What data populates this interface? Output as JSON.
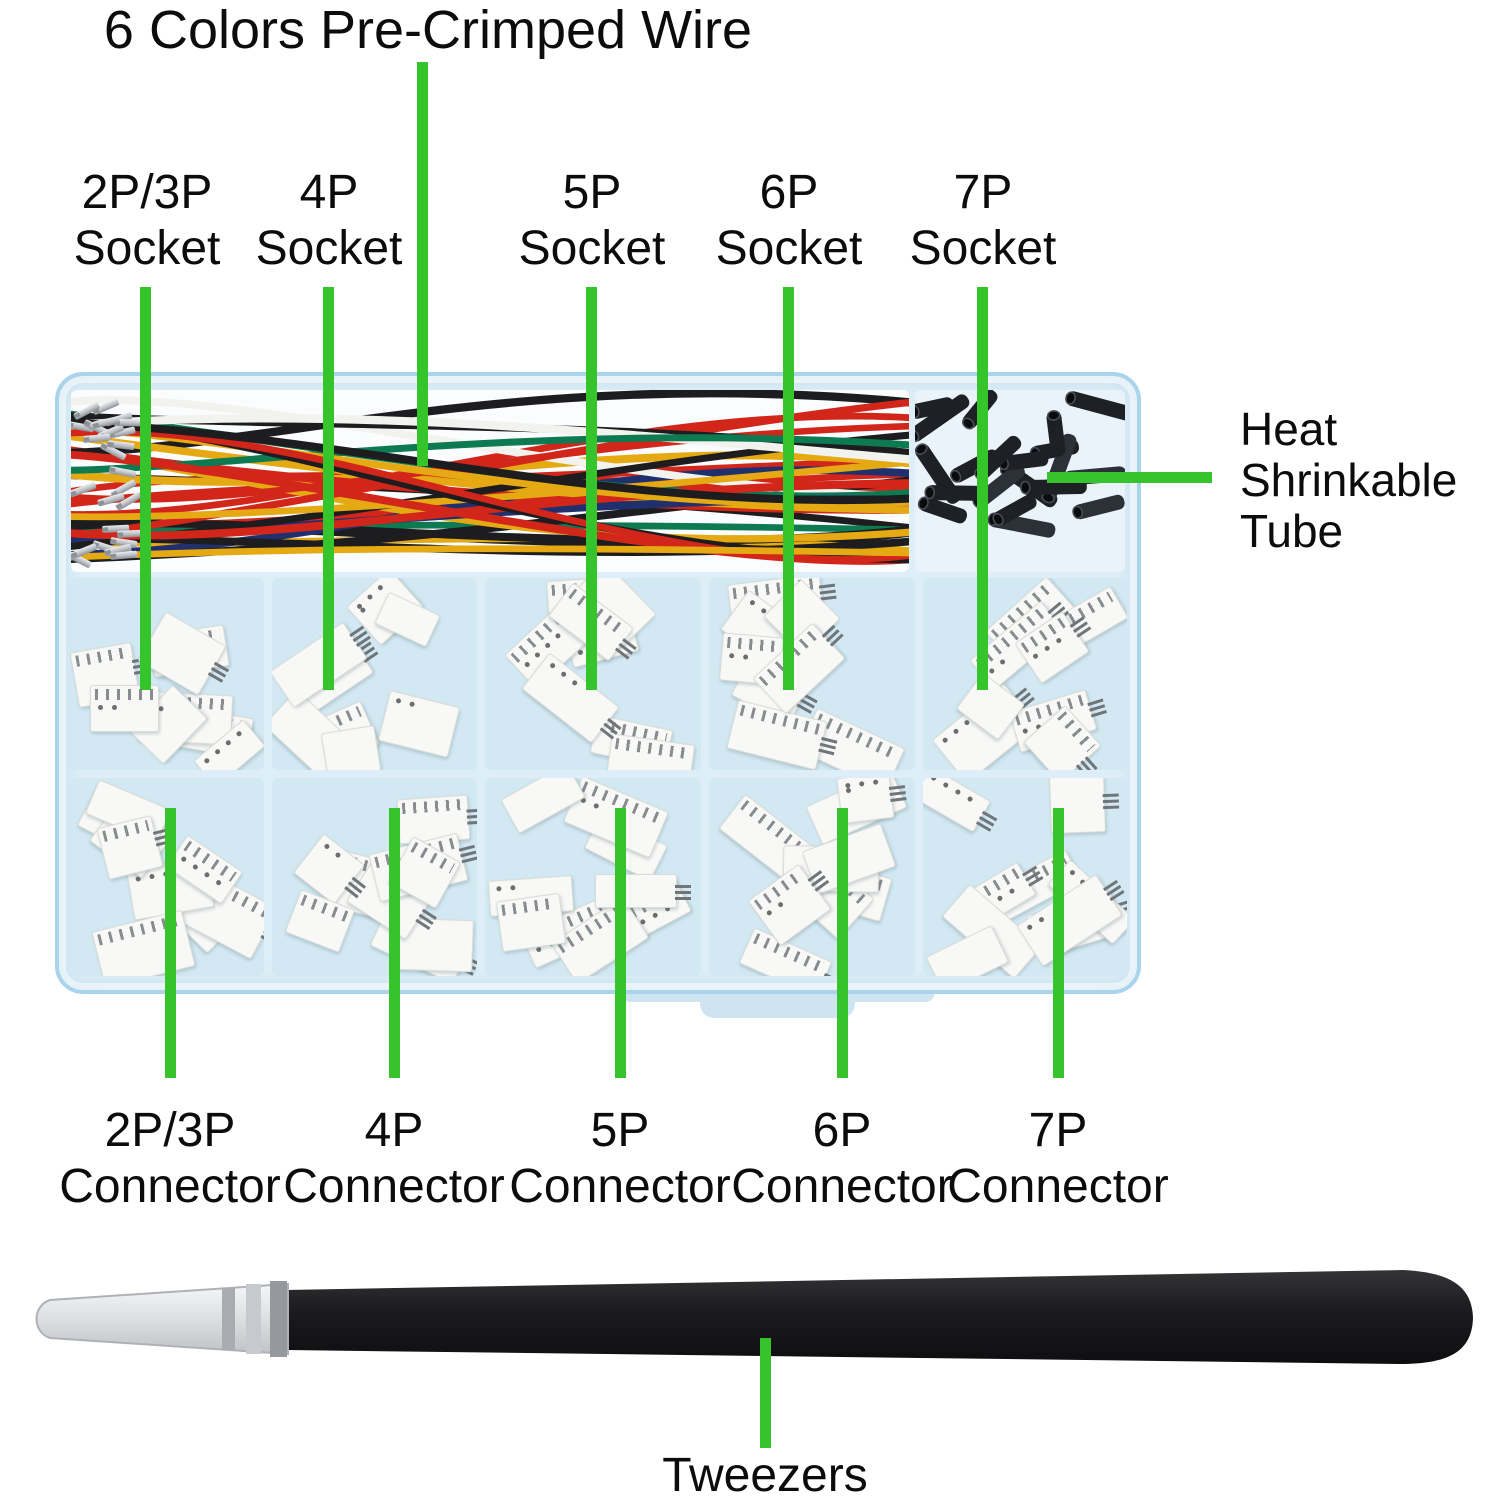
{
  "title": {
    "text": "6 Colors Pre-Crimped Wire"
  },
  "socket_labels": [
    {
      "size": "2P/3P",
      "type": "Socket"
    },
    {
      "size": "4P",
      "type": "Socket"
    },
    {
      "size": "5P",
      "type": "Socket"
    },
    {
      "size": "6P",
      "type": "Socket"
    },
    {
      "size": "7P",
      "type": "Socket"
    }
  ],
  "heat_shrink_label": {
    "line1": "Heat",
    "line2": "Shrinkable",
    "line3": "Tube"
  },
  "connector_labels": [
    {
      "size": "2P/3P",
      "type": "Connector"
    },
    {
      "size": "4P",
      "type": "Connector"
    },
    {
      "size": "5P",
      "type": "Connector"
    },
    {
      "size": "6P",
      "type": "Connector"
    },
    {
      "size": "7P",
      "type": "Connector"
    }
  ],
  "tweezers_label": "Tweezers",
  "colors": {
    "accent_green": "#35c42c",
    "box_edge_blue": "#a9d4ec",
    "box_fill_blue": "#ddeef8",
    "cell_fill_blue": "#d2e9f3",
    "connector_white": "#f8f8f6",
    "tube_black": "#1d2024",
    "terminal_silver": "#c0c4c8",
    "tweezers_black": "#1a1a1c",
    "wire_colors": [
      "#d3261b",
      "#1d1d1f",
      "#e5a913",
      "#0d7a52",
      "#20306e",
      "#f2f2ef"
    ]
  }
}
